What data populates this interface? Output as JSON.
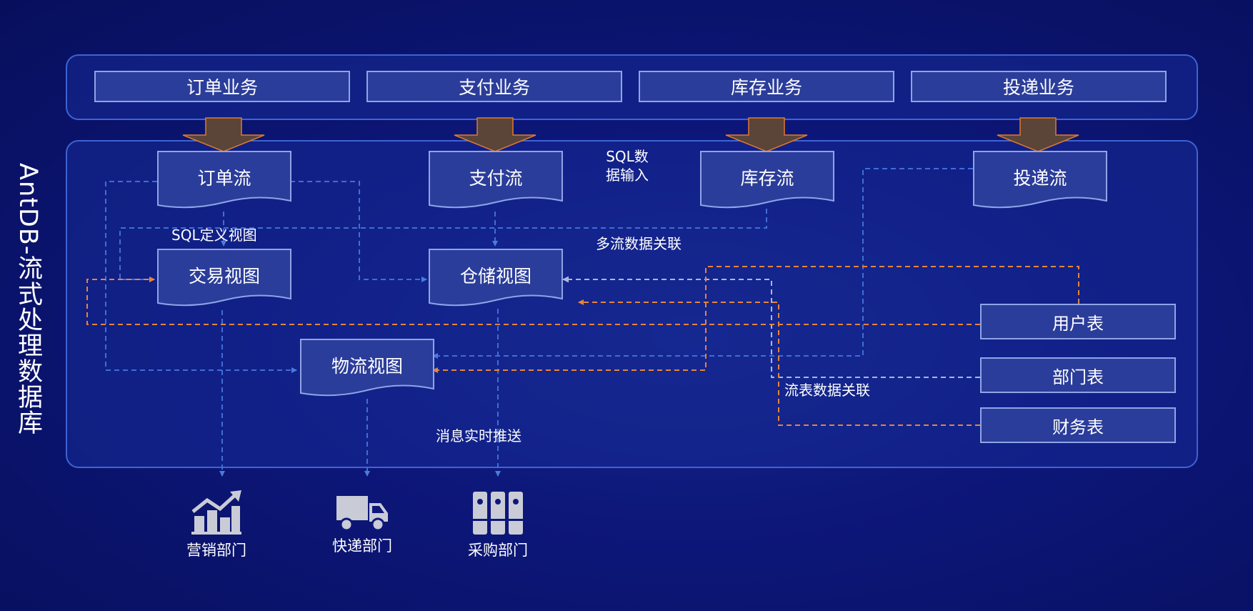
{
  "title": "AntDB-流式处理数据库",
  "businesses": [
    "订单业务",
    "支付业务",
    "库存业务",
    "投递业务"
  ],
  "streams": [
    "订单流",
    "支付流",
    "库存流",
    "投递流"
  ],
  "views": {
    "trade": "交易视图",
    "warehouse": "仓储视图",
    "logistics": "物流视图"
  },
  "tables": [
    "用户表",
    "部门表",
    "财务表"
  ],
  "labels": {
    "sql_input": "SQL数\n据输入",
    "sql_define_view": "SQL定义视图",
    "multi_stream_join": "多流数据关联",
    "stream_table_join": "流表数据关联",
    "realtime_push": "消息实时推送"
  },
  "departments": [
    {
      "label": "营销部门",
      "icon": "growth-chart-icon"
    },
    {
      "label": "快递部门",
      "icon": "delivery-truck-icon"
    },
    {
      "label": "采购部门",
      "icon": "binders-icon"
    }
  ],
  "colors": {
    "blue_line": "#3f6ed6",
    "orange_line": "#e8843a",
    "arrow_fill": "#5b4438",
    "arrow_edge": "#e07a2c"
  }
}
